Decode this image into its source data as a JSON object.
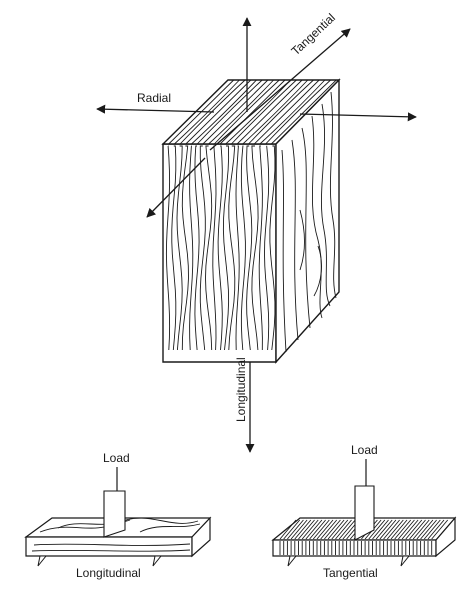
{
  "axes": {
    "radial": "Radial",
    "tangential": "Tangential",
    "longitudinal": "Longitudinal"
  },
  "left_specimen": {
    "load_label": "Load",
    "caption": "Longitudinal"
  },
  "right_specimen": {
    "load_label": "Load",
    "caption": "Tangential"
  }
}
